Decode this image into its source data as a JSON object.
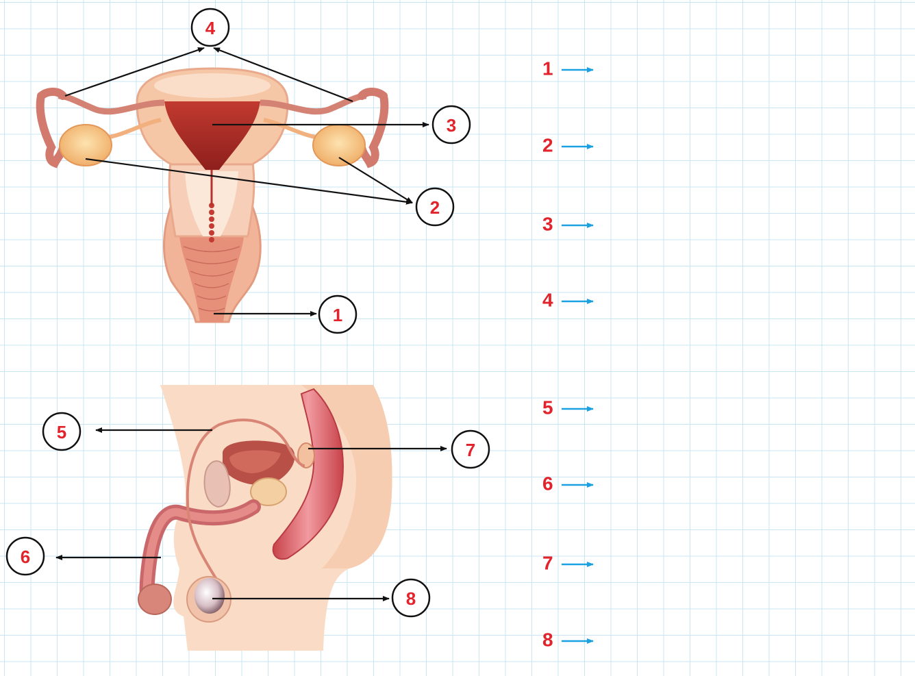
{
  "diagram": {
    "female_callouts": [
      "1",
      "2",
      "3",
      "4"
    ],
    "male_callouts": [
      "5",
      "6",
      "7",
      "8"
    ],
    "answer_rows": [
      "1",
      "2",
      "3",
      "4",
      "5",
      "6",
      "7",
      "8"
    ],
    "colors": {
      "number_red": "#e3232b",
      "arrow_blue": "#1ba1e2",
      "grid_blue": "#c9e4f3",
      "skin": "#f6c7a6",
      "tissue_dark": "#b8322c"
    }
  }
}
